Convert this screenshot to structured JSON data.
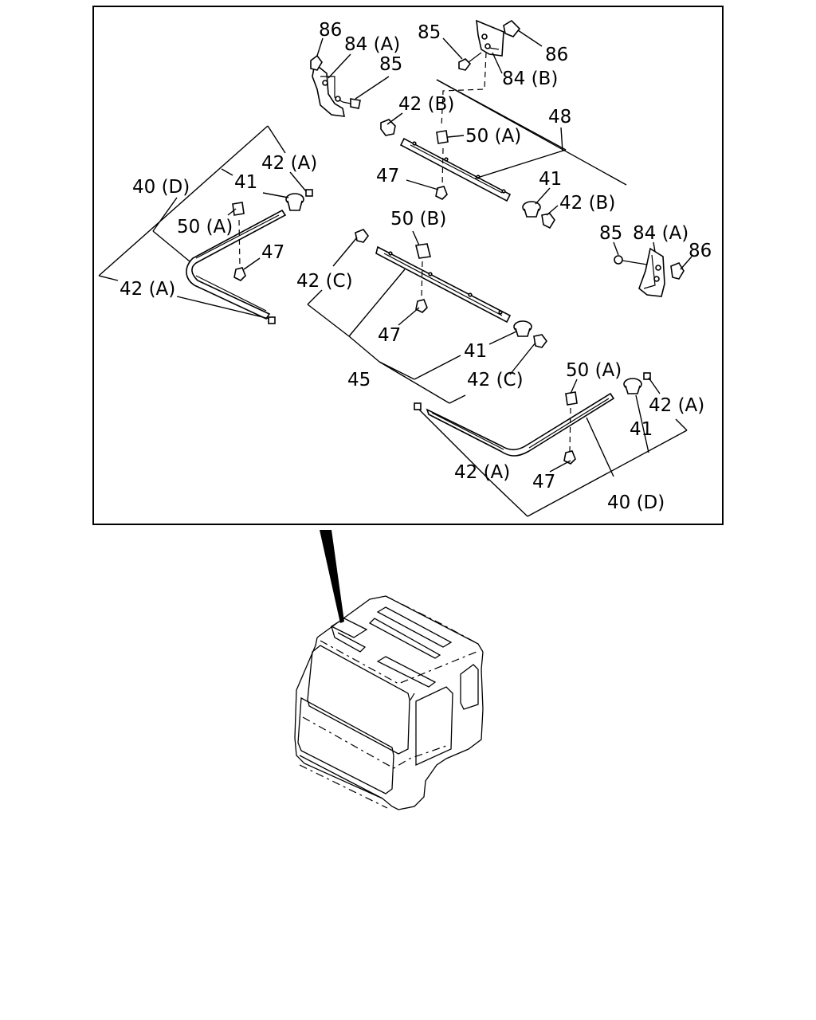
{
  "labels": {
    "l86_a": "86",
    "l84a_a": "84 (A)",
    "l85_a": "85",
    "l85_b": "85",
    "l86_b": "86",
    "l84b": "84 (B)",
    "l42b_a": "42 (B)",
    "l48": "48",
    "l50a_top": "50 (A)",
    "l47_top": "47",
    "l41_top": "41",
    "l42b_b": "42 (B)",
    "l42a_left_top": "42 (A)",
    "l40d_left": "40 (D)",
    "l41_left": "41",
    "l50a_left": "50 (A)",
    "l47_left": "47",
    "l42a_left_bottom": "42 (A)",
    "l50b": "50 (B)",
    "l42c_left": "42 (C)",
    "l47_mid": "47",
    "l41_mid": "41",
    "l45": "45",
    "l42c_right": "42 (C)",
    "l85_c": "85",
    "l84a_b": "84 (A)",
    "l86_c": "86",
    "l50a_right": "50 (A)",
    "l42a_right_top": "42 (A)",
    "l41_right": "41",
    "l42a_right_bottom": "42 (A)",
    "l47_right": "47",
    "l40d_right": "40 (D)"
  }
}
